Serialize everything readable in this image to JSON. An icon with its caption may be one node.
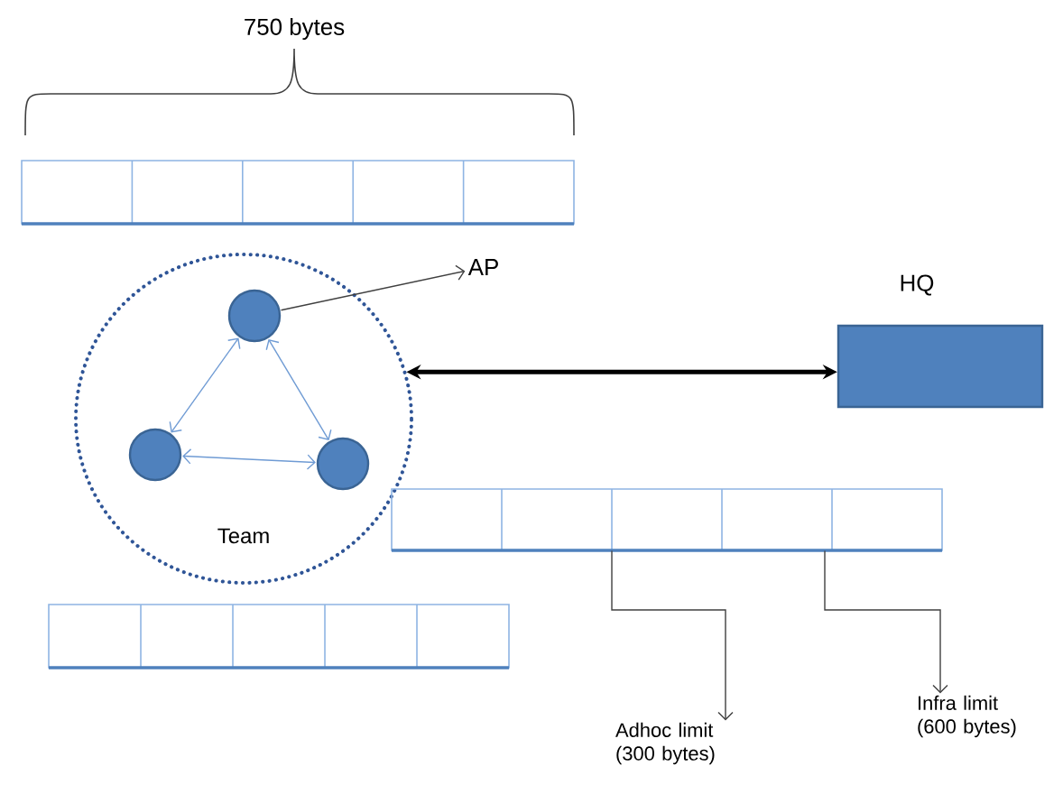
{
  "diagram": {
    "nodes": [
      {
        "text": [],
        "shape": "bar"
      },
      {
        "text": [
          "Team"
        ]
      },
      {
        "text": [],
        "shape": "circle",
        "in": 1
      },
      {
        "text": [],
        "shape": "circle",
        "in": 1
      },
      {
        "text": [],
        "shape": "circle",
        "in": 1
      },
      {
        "text": [
          "AP"
        ]
      },
      {
        "text": [
          "HQ"
        ]
      },
      {
        "text": [],
        "shape": "bar"
      },
      {
        "text": [],
        "shape": "bar"
      },
      {
        "text": [
          "Adhoc limit (300 bytes)"
        ]
      },
      {
        "text": [
          "Infra limit (600 bytes)"
        ]
      }
    ],
    "edges": [
      {
        "from": 2,
        "to": 5,
        "arrow": "to"
      },
      {
        "from": 2,
        "to": 3,
        "arrow": "both",
        "color": "#6f9bd4"
      },
      {
        "from": 2,
        "to": 4,
        "arrow": "both",
        "color": "#6f9bd4"
      },
      {
        "from": 4,
        "to": 3,
        "arrow": "both",
        "color": "#6f9bd4"
      },
      {
        "from": 1,
        "to": 6,
        "arrow": "both",
        "style": "thick",
        "color": "#000000"
      },
      {
        "from": 7,
        "to": 9,
        "arrow": "to"
      },
      {
        "from": 7,
        "to": 10,
        "arrow": "to"
      }
    ],
    "labels": [
      "750 bytes"
    ]
  }
}
